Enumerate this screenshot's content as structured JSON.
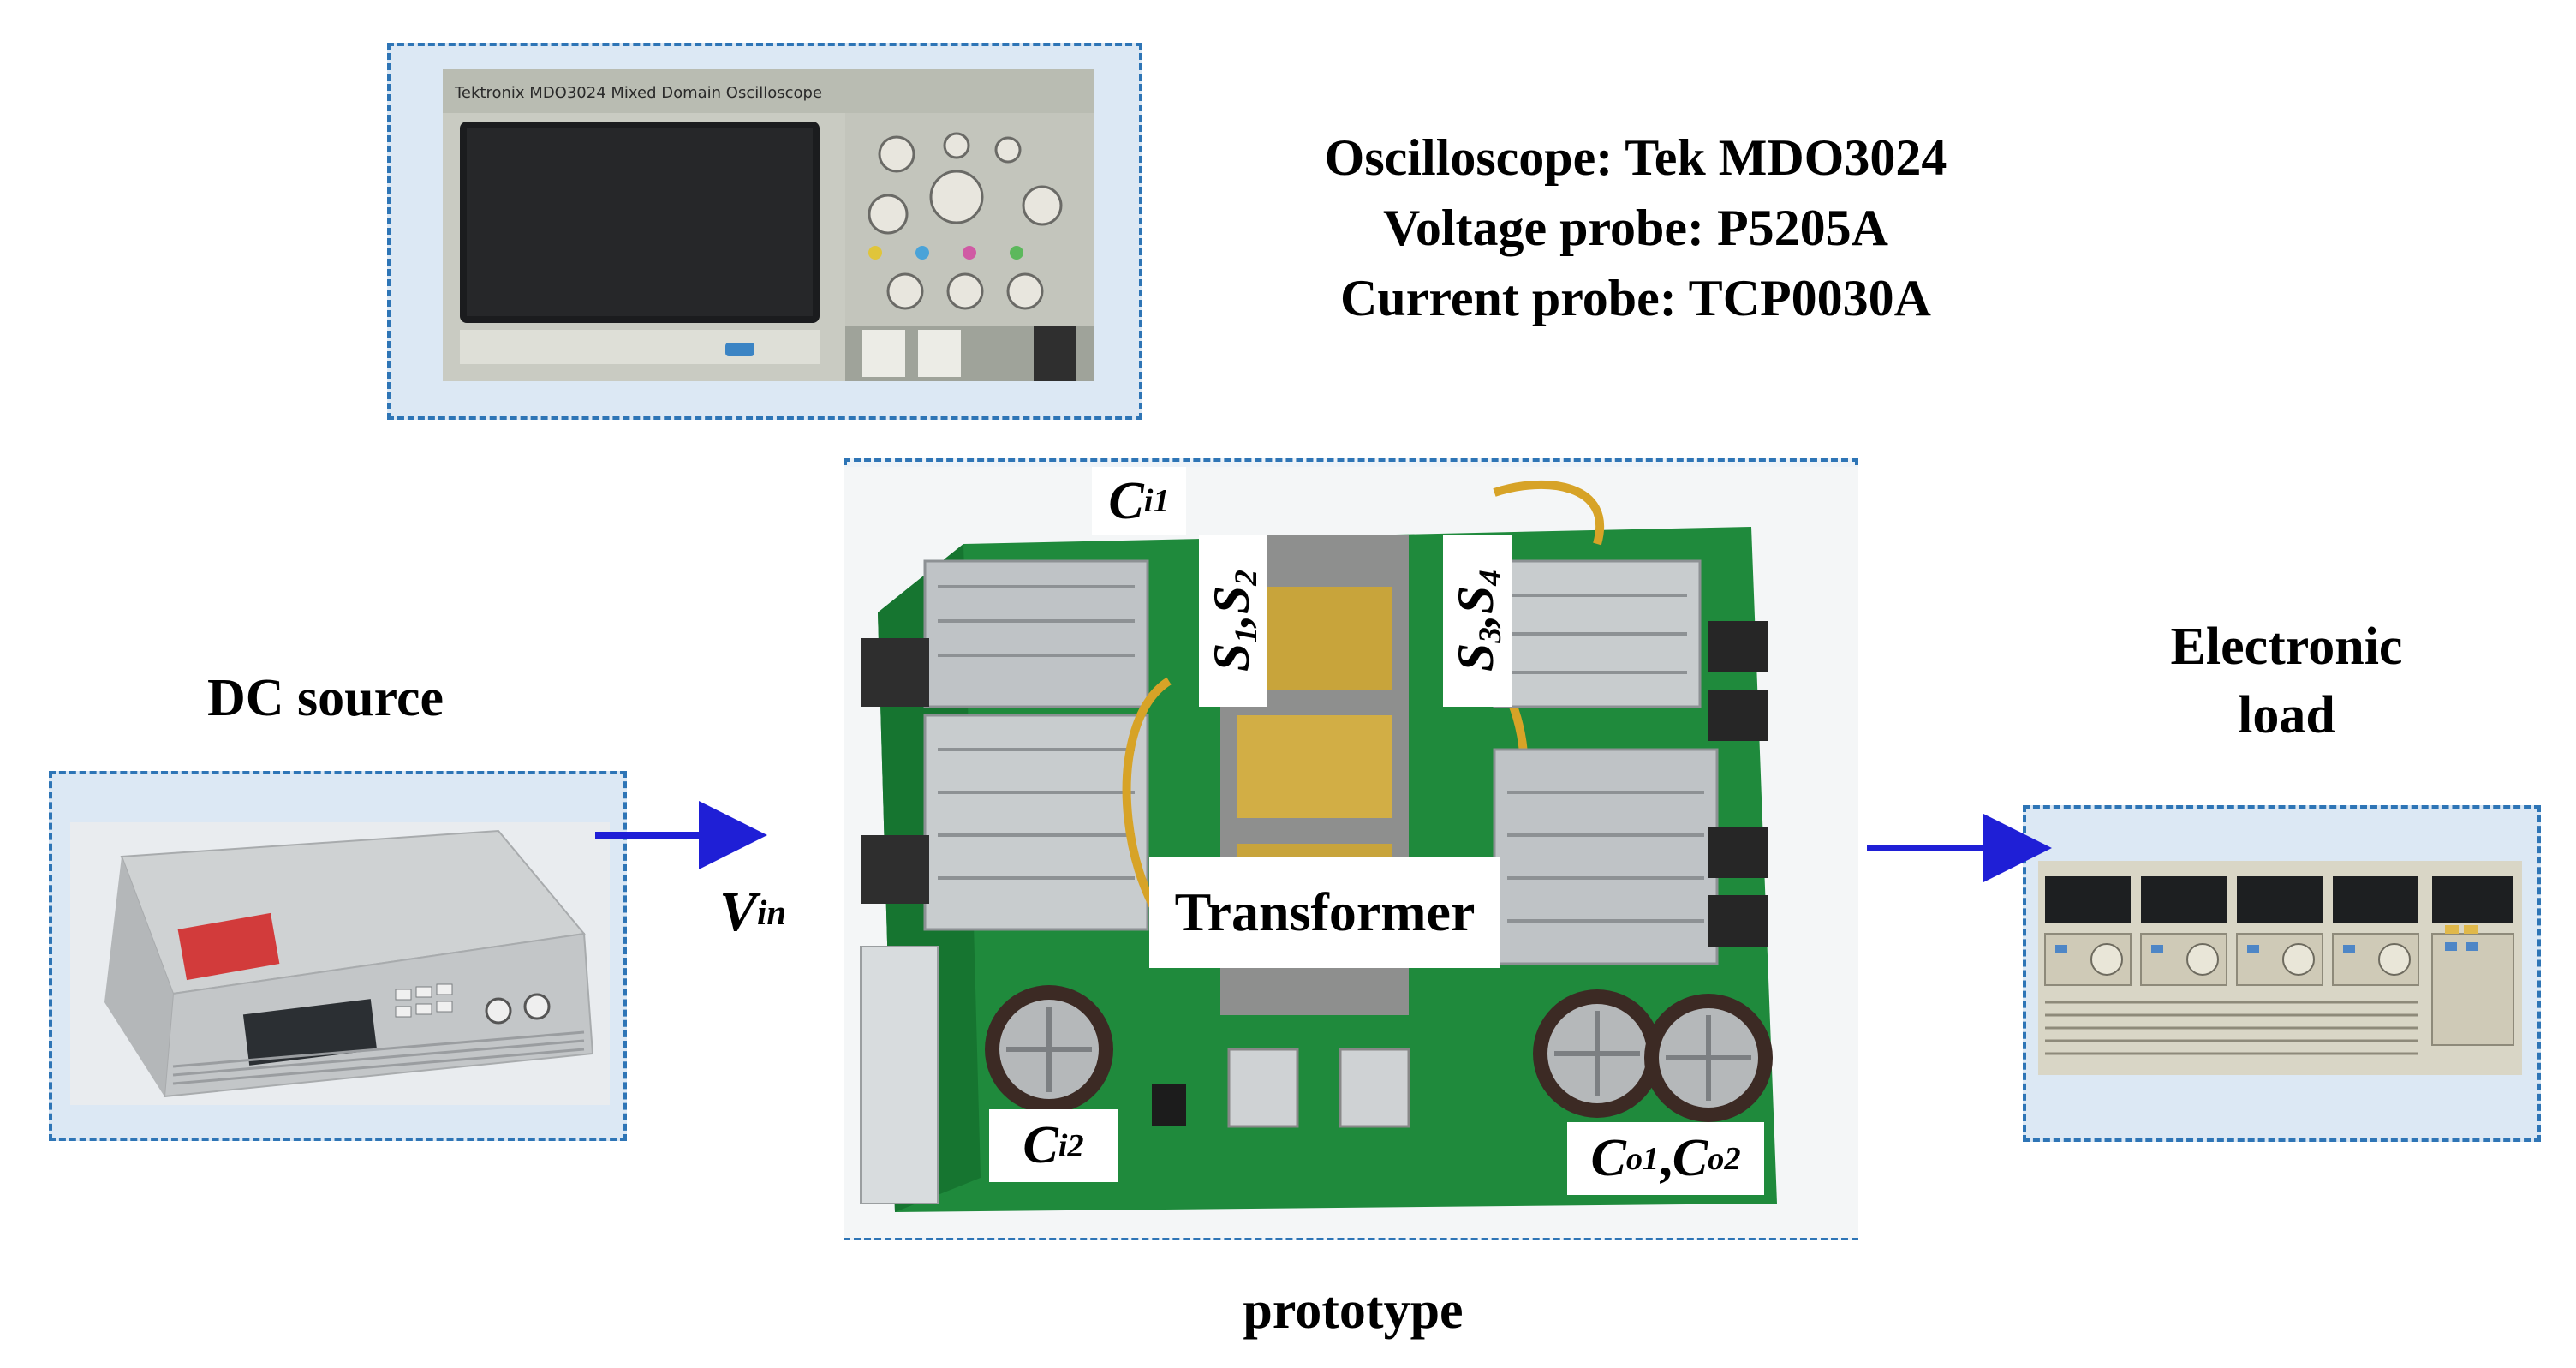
{
  "instruments": {
    "oscilloscope": "Oscilloscope: Tek MDO3024",
    "voltage_probe": "Voltage probe: P5205A",
    "current_probe": "Current probe: TCP0030A"
  },
  "labels": {
    "dc_source": "DC source",
    "electronic_load_line1": "Electronic",
    "electronic_load_line2": "load",
    "prototype": "prototype",
    "transformer": "Transformer"
  },
  "components": {
    "ci1": {
      "base": "C",
      "sub": "i1"
    },
    "ci2": {
      "base": "C",
      "sub": "i2"
    },
    "co1": {
      "base": "C",
      "sub": "o1"
    },
    "co2": {
      "base": "C",
      "sub": "o2"
    },
    "s1": {
      "base": "S",
      "sub": "1"
    },
    "s2": {
      "base": "S",
      "sub": "2"
    },
    "s3": {
      "base": "S",
      "sub": "3"
    },
    "s4": {
      "base": "S",
      "sub": "4"
    },
    "vin": {
      "base": "V",
      "sub": "in"
    },
    "separator": ","
  },
  "colors": {
    "dash_border": "#2e75b6",
    "box_fill": "#dce8f4",
    "arrow": "#1f1fd6",
    "pcb_green": "#1f8a3c"
  }
}
